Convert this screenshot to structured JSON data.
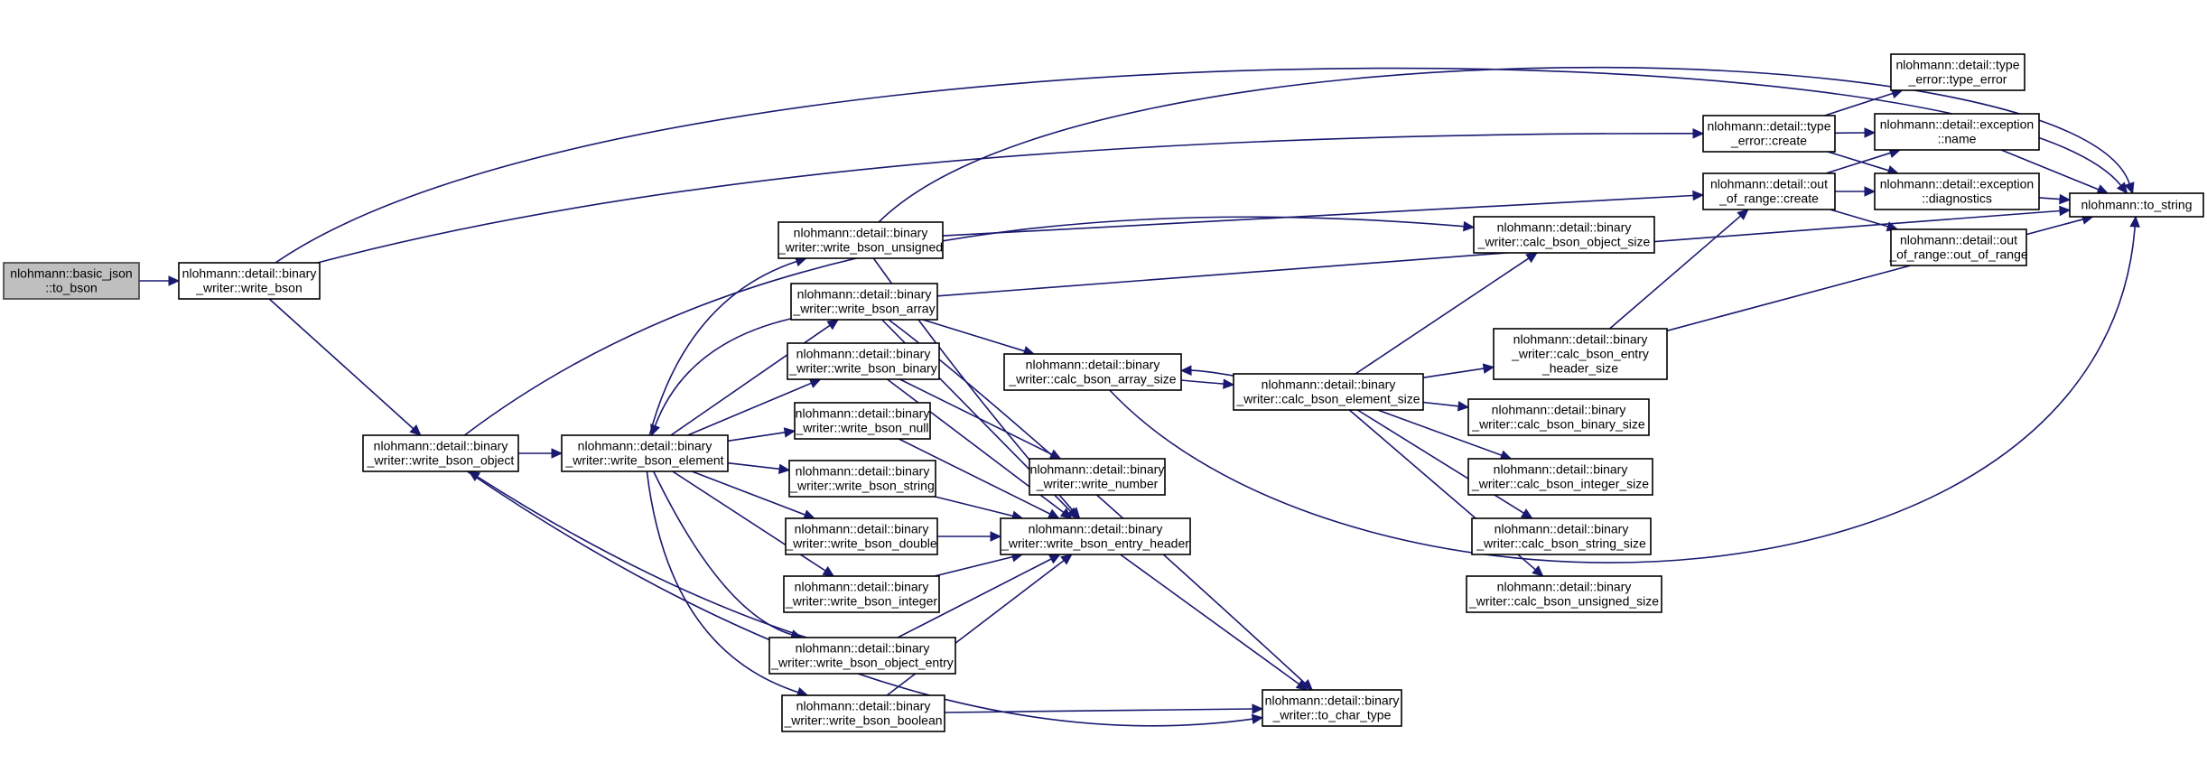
{
  "nodes": [
    {
      "id": "to_bson",
      "lines": [
        "nlohmann::basic_json",
        "::to_bson"
      ],
      "root": true
    },
    {
      "id": "write_bson",
      "lines": [
        "nlohmann::detail::binary",
        "_writer::write_bson"
      ]
    },
    {
      "id": "write_bson_object",
      "lines": [
        "nlohmann::detail::binary",
        "_writer::write_bson_object"
      ]
    },
    {
      "id": "write_bson_element",
      "lines": [
        "nlohmann::detail::binary",
        "_writer::write_bson_element"
      ]
    },
    {
      "id": "write_bson_unsigned",
      "lines": [
        "nlohmann::detail::binary",
        "_writer::write_bson_unsigned"
      ]
    },
    {
      "id": "write_bson_array",
      "lines": [
        "nlohmann::detail::binary",
        "_writer::write_bson_array"
      ]
    },
    {
      "id": "write_bson_binary",
      "lines": [
        "nlohmann::detail::binary",
        "_writer::write_bson_binary"
      ]
    },
    {
      "id": "write_bson_null",
      "lines": [
        "nlohmann::detail::binary",
        "_writer::write_bson_null"
      ]
    },
    {
      "id": "write_bson_string",
      "lines": [
        "nlohmann::detail::binary",
        "_writer::write_bson_string"
      ]
    },
    {
      "id": "write_bson_double",
      "lines": [
        "nlohmann::detail::binary",
        "_writer::write_bson_double"
      ]
    },
    {
      "id": "write_bson_integer",
      "lines": [
        "nlohmann::detail::binary",
        "_writer::write_bson_integer"
      ]
    },
    {
      "id": "write_bson_object_entry",
      "lines": [
        "nlohmann::detail::binary",
        "_writer::write_bson_object_entry"
      ]
    },
    {
      "id": "write_bson_boolean",
      "lines": [
        "nlohmann::detail::binary",
        "_writer::write_bson_boolean"
      ]
    },
    {
      "id": "calc_bson_array_size",
      "lines": [
        "nlohmann::detail::binary",
        "_writer::calc_bson_array_size"
      ]
    },
    {
      "id": "write_number",
      "lines": [
        "nlohmann::detail::binary",
        "_writer::write_number"
      ]
    },
    {
      "id": "write_bson_entry_header",
      "lines": [
        "nlohmann::detail::binary",
        "_writer::write_bson_entry_header"
      ]
    },
    {
      "id": "to_char_type",
      "lines": [
        "nlohmann::detail::binary",
        "_writer::to_char_type"
      ]
    },
    {
      "id": "calc_bson_object_size",
      "lines": [
        "nlohmann::detail::binary",
        "_writer::calc_bson_object_size"
      ]
    },
    {
      "id": "calc_bson_element_size",
      "lines": [
        "nlohmann::detail::binary",
        "_writer::calc_bson_element_size"
      ]
    },
    {
      "id": "calc_bson_entry_header_size",
      "lines": [
        "nlohmann::detail::binary",
        "_writer::calc_bson_entry",
        "_header_size"
      ]
    },
    {
      "id": "calc_bson_binary_size",
      "lines": [
        "nlohmann::detail::binary",
        "_writer::calc_bson_binary_size"
      ]
    },
    {
      "id": "calc_bson_integer_size",
      "lines": [
        "nlohmann::detail::binary",
        "_writer::calc_bson_integer_size"
      ]
    },
    {
      "id": "calc_bson_string_size",
      "lines": [
        "nlohmann::detail::binary",
        "_writer::calc_bson_string_size"
      ]
    },
    {
      "id": "calc_bson_unsigned_size",
      "lines": [
        "nlohmann::detail::binary",
        "_writer::calc_bson_unsigned_size"
      ]
    },
    {
      "id": "type_error_create",
      "lines": [
        "nlohmann::detail::type",
        "_error::create"
      ]
    },
    {
      "id": "out_of_range_create",
      "lines": [
        "nlohmann::detail::out",
        "_of_range::create"
      ]
    },
    {
      "id": "type_error_ctor",
      "lines": [
        "nlohmann::detail::type",
        "_error::type_error"
      ]
    },
    {
      "id": "exception_name",
      "lines": [
        "nlohmann::detail::exception",
        "::name"
      ]
    },
    {
      "id": "exception_diagnostics",
      "lines": [
        "nlohmann::detail::exception",
        "::diagnostics"
      ]
    },
    {
      "id": "out_of_range_ctor",
      "lines": [
        "nlohmann::detail::out",
        "_of_range::out_of_range"
      ]
    },
    {
      "id": "to_string",
      "lines": [
        "nlohmann::to_string"
      ]
    }
  ],
  "edges": [
    [
      "to_bson",
      "write_bson"
    ],
    [
      "write_bson",
      "write_bson_object"
    ],
    [
      "write_bson",
      "to_string"
    ],
    [
      "write_bson_object",
      "write_bson_element"
    ],
    [
      "write_bson_object",
      "calc_bson_object_size"
    ],
    [
      "write_bson_object",
      "to_char_type"
    ],
    [
      "write_bson_element",
      "write_bson_unsigned"
    ],
    [
      "write_bson_element",
      "write_bson_array"
    ],
    [
      "write_bson_element",
      "write_bson_binary"
    ],
    [
      "write_bson_element",
      "write_bson_null"
    ],
    [
      "write_bson_element",
      "write_bson_string"
    ],
    [
      "write_bson_element",
      "write_bson_double"
    ],
    [
      "write_bson_element",
      "write_bson_integer"
    ],
    [
      "write_bson_element",
      "write_bson_object_entry"
    ],
    [
      "write_bson_element",
      "write_bson_boolean"
    ],
    [
      "write_bson_array",
      "write_bson_element"
    ],
    [
      "write_bson_array",
      "calc_bson_array_size"
    ],
    [
      "write_bson_array",
      "write_bson_entry_header"
    ],
    [
      "write_bson_array",
      "to_string"
    ],
    [
      "write_bson_array",
      "to_char_type"
    ],
    [
      "write_bson_unsigned",
      "write_bson_entry_header"
    ],
    [
      "write_bson_unsigned",
      "out_of_range_create"
    ],
    [
      "write_bson_unsigned",
      "to_string"
    ],
    [
      "write_bson_binary",
      "write_bson_entry_header"
    ],
    [
      "write_bson_binary",
      "write_number"
    ],
    [
      "write_bson_null",
      "write_bson_entry_header"
    ],
    [
      "write_bson_string",
      "write_bson_entry_header"
    ],
    [
      "write_bson_double",
      "write_bson_entry_header"
    ],
    [
      "write_bson_integer",
      "write_bson_entry_header"
    ],
    [
      "write_bson_object_entry",
      "write_bson_entry_header"
    ],
    [
      "write_bson_object_entry",
      "write_bson_object"
    ],
    [
      "write_bson_boolean",
      "write_bson_entry_header"
    ],
    [
      "write_bson_boolean",
      "to_char_type"
    ],
    [
      "write_bson_entry_header",
      "to_char_type"
    ],
    [
      "calc_bson_array_size",
      "calc_bson_element_size"
    ],
    [
      "calc_bson_array_size",
      "to_string"
    ],
    [
      "calc_bson_element_size",
      "calc_bson_array_size"
    ],
    [
      "calc_bson_element_size",
      "calc_bson_object_size"
    ],
    [
      "calc_bson_element_size",
      "calc_bson_entry_header_size"
    ],
    [
      "calc_bson_element_size",
      "calc_bson_binary_size"
    ],
    [
      "calc_bson_element_size",
      "calc_bson_integer_size"
    ],
    [
      "calc_bson_element_size",
      "calc_bson_string_size"
    ],
    [
      "calc_bson_element_size",
      "calc_bson_unsigned_size"
    ],
    [
      "calc_bson_entry_header_size",
      "out_of_range_create"
    ],
    [
      "calc_bson_entry_header_size",
      "to_string"
    ],
    [
      "write_bson",
      "type_error_create"
    ],
    [
      "type_error_create",
      "type_error_ctor"
    ],
    [
      "type_error_create",
      "exception_name"
    ],
    [
      "type_error_create",
      "exception_diagnostics"
    ],
    [
      "out_of_range_create",
      "exception_name"
    ],
    [
      "out_of_range_create",
      "exception_diagnostics"
    ],
    [
      "out_of_range_create",
      "out_of_range_ctor"
    ],
    [
      "exception_name",
      "to_string"
    ],
    [
      "exception_diagnostics",
      "to_string"
    ]
  ],
  "colors": {
    "edge": "#191970",
    "root_fill": "#bfbfbf",
    "node_fill": "#ffffff"
  }
}
